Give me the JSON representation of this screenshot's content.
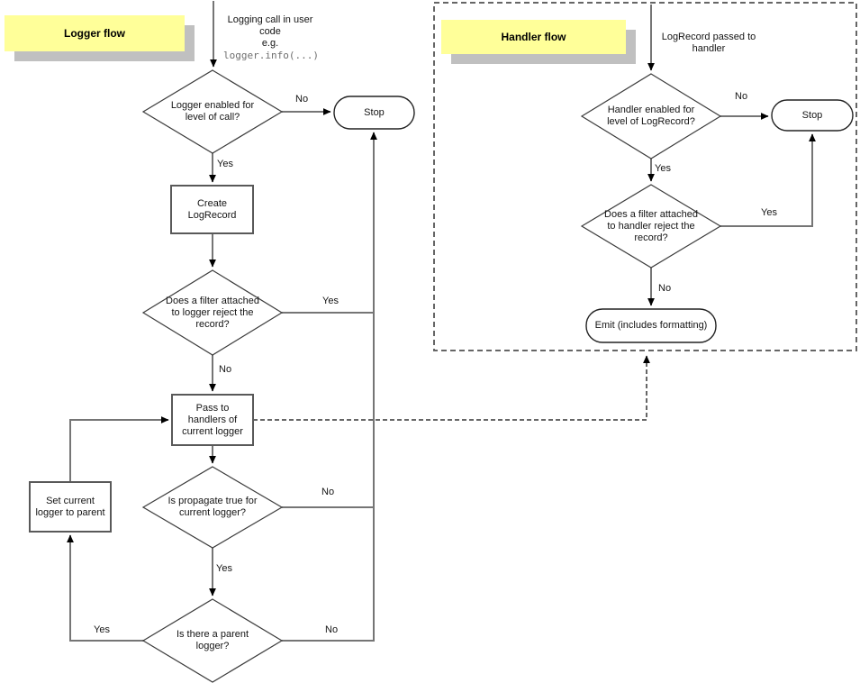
{
  "labels": {
    "yes": "Yes",
    "no": "No"
  },
  "logger_flow": {
    "title": "Logger flow",
    "start_line1": "Logging call in user code",
    "start_line2": "e.g.",
    "start_code": "logger.info(...)",
    "level_check": "Logger enabled for level of call?",
    "stop": "Stop",
    "create_logrecord": "Create LogRecord",
    "filter_check": "Does a filter attached to logger reject the record?",
    "pass_handlers": "Pass to handlers of current logger",
    "propagate_check": "Is propagate true for current logger?",
    "parent_check": "Is there a parent logger?",
    "set_parent": "Set current logger to parent"
  },
  "handler_flow": {
    "title": "Handler flow",
    "start_text": "LogRecord passed to handler",
    "level_check": "Handler enabled for level of LogRecord?",
    "stop": "Stop",
    "filter_check": "Does a filter attached to handler reject the record?",
    "emit": "Emit (includes formatting)"
  },
  "colors": {
    "note_yellow": "#ffff99",
    "note_shadow": "#c0c0c0",
    "connector_gray": "#757575"
  }
}
